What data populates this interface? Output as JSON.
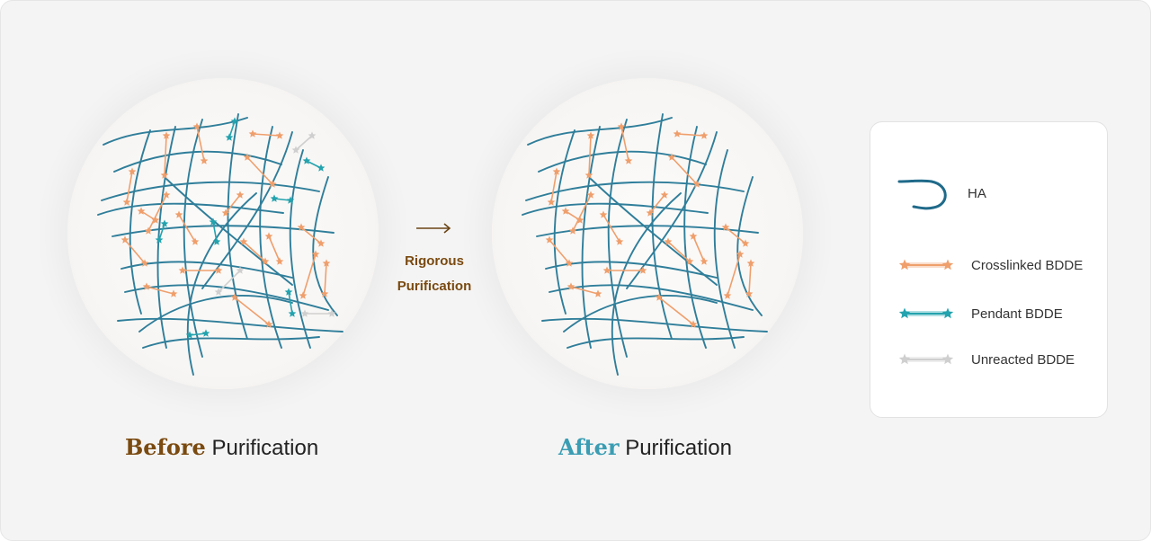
{
  "captions": {
    "before": {
      "keyword": "Before",
      "rest": "Purification"
    },
    "after": {
      "keyword": "After",
      "rest": "Purification"
    }
  },
  "process": {
    "line1": "Rigorous",
    "line2": "Purification"
  },
  "legend": [
    {
      "label": "HA"
    },
    {
      "label": "Crosslinked BDDE"
    },
    {
      "label": "Pendant BDDE"
    },
    {
      "label": "Unreacted BDDE"
    }
  ],
  "colors": {
    "ha_chain": "#2f7e9a",
    "crosslinked": "#ef9f6c",
    "pendant": "#23a3ae",
    "unreacted": "#cfcfcf",
    "before_accent": "#7a4a10",
    "after_accent": "#3a9db3"
  },
  "icons": {
    "ha": "curved-chain-icon",
    "crosslinked": "star-link-icon",
    "pendant": "star-link-icon",
    "unreacted": "star-link-icon",
    "arrow": "right-arrow-icon"
  }
}
